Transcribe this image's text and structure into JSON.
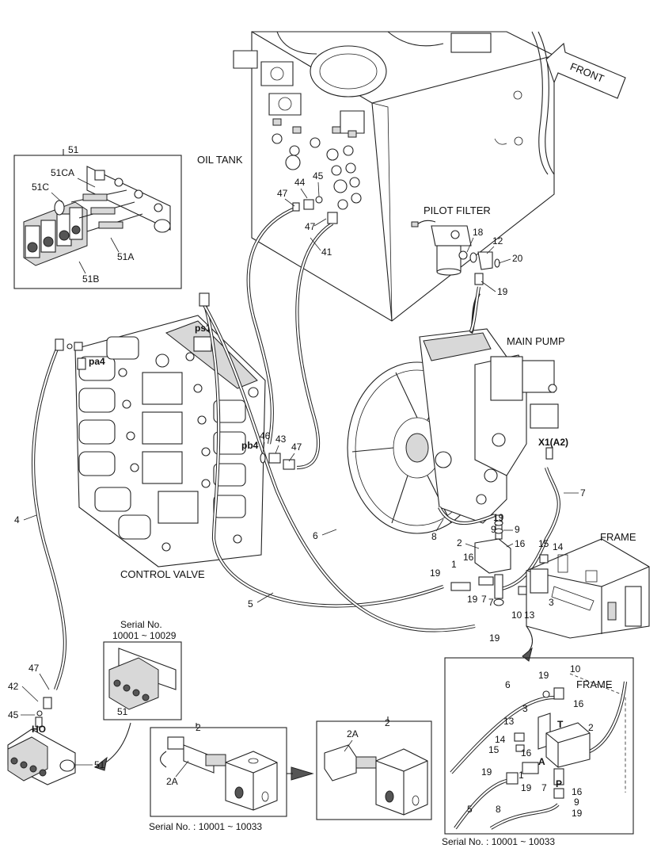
{
  "assemblies": {
    "oil_tank": "OIL TANK",
    "pilot_filter": "PILOT FILTER",
    "main_pump": "MAIN PUMP",
    "control_valve": "CONTROL VALVE",
    "frame": "FRAME",
    "front": "FRONT"
  },
  "ports": {
    "ps1": "ps1",
    "pa4": "pa4",
    "pb4": "pb4",
    "x1a2": "X1(A2)",
    "ho": "HO",
    "t": "T",
    "a": "A",
    "p": "P"
  },
  "parts": {
    "p51": "51",
    "p51ca": "51CA",
    "p51c": "51C",
    "p51a": "51A",
    "p51b": "51B",
    "p45": "45",
    "p44": "44",
    "p47": "47",
    "p41": "41",
    "p18": "18",
    "p12": "12",
    "p20": "20",
    "p19": "19",
    "p46": "46",
    "p43": "43",
    "p4": "4",
    "p5": "5",
    "p6": "6",
    "p7": "7",
    "p8": "8",
    "p9": "9",
    "p16": "16",
    "p2": "2",
    "p1": "1",
    "p15": "15",
    "p14": "14",
    "p3": "3",
    "p13": "13",
    "p10": "10",
    "p42": "42",
    "p2a": "2A"
  },
  "notes": {
    "serial_label": "Serial No.",
    "serial_range_1": "10001 ~ 10029",
    "serial_solenoid": "Serial No. : 10001 ~ 10033",
    "serial_detail": "Serial No. : 10001 ~ 10033"
  }
}
